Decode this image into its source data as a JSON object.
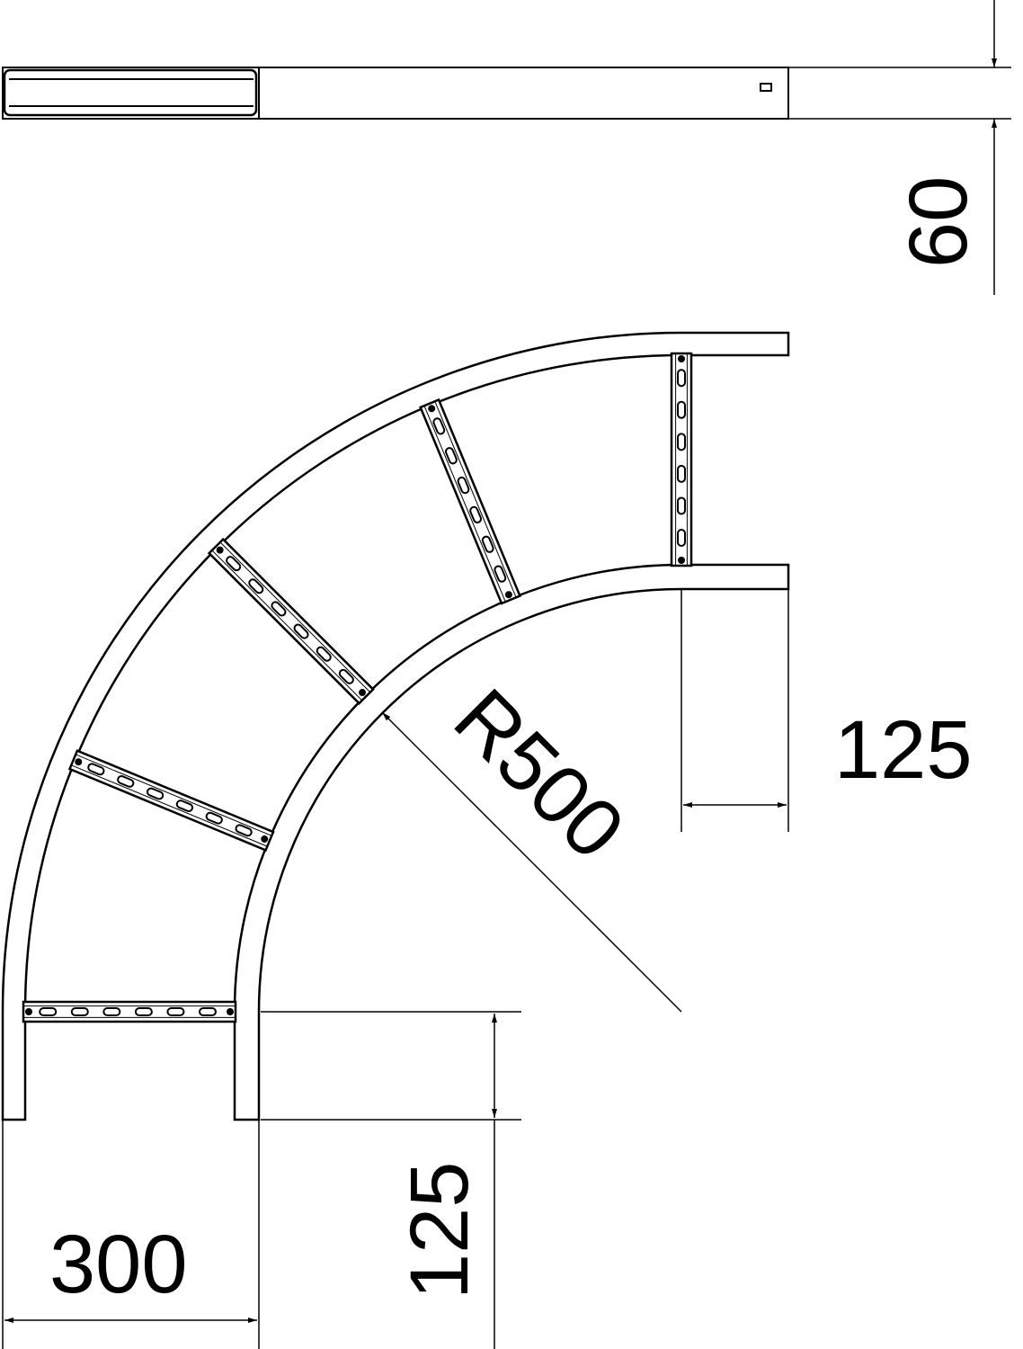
{
  "dimensions": {
    "height": "60",
    "straight_top": "125",
    "radius": "R500",
    "width": "300",
    "straight_left": "125"
  },
  "colors": {
    "line": "#000000",
    "background": "#ffffff"
  }
}
